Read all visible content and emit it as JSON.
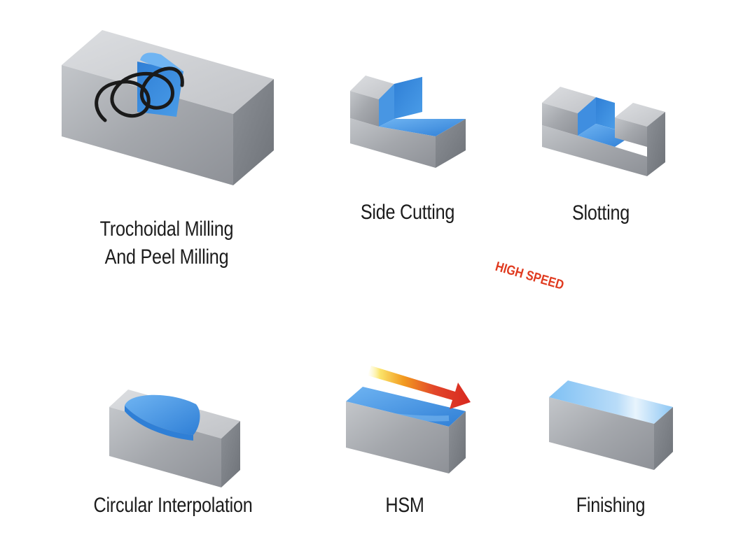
{
  "operations": [
    {
      "id": "trochoidal",
      "label_lines": [
        "Trochoidal Milling",
        "And Peel Milling"
      ],
      "icon": "trochoidal-spiral-pocket-block"
    },
    {
      "id": "side-cutting",
      "label_lines": [
        "Side Cutting"
      ],
      "icon": "side-step-block"
    },
    {
      "id": "slotting",
      "label_lines": [
        "Slotting"
      ],
      "icon": "slot-block"
    },
    {
      "id": "circular",
      "label_lines": [
        "Circular Interpolation"
      ],
      "icon": "circular-pocket-block"
    },
    {
      "id": "hsm",
      "label_lines": [
        "HSM"
      ],
      "icon": "high-speed-arrow-block",
      "arrow_text": "HIGH SPEED"
    },
    {
      "id": "finishing",
      "label_lines": [
        "Finishing"
      ],
      "icon": "finished-surface-block"
    }
  ],
  "colors": {
    "metal_front": "#a9acb1",
    "metal_top": "#cfd1d4",
    "metal_side": "#7f8389",
    "machined_blue": "#3d8fe0",
    "machined_blue_light": "#8cc3f3",
    "arrow_red": "#d8281f",
    "arrow_orange": "#f29a1f",
    "arrow_yellow": "#fbe46a",
    "toolpath_black": "#1a1a1a"
  }
}
